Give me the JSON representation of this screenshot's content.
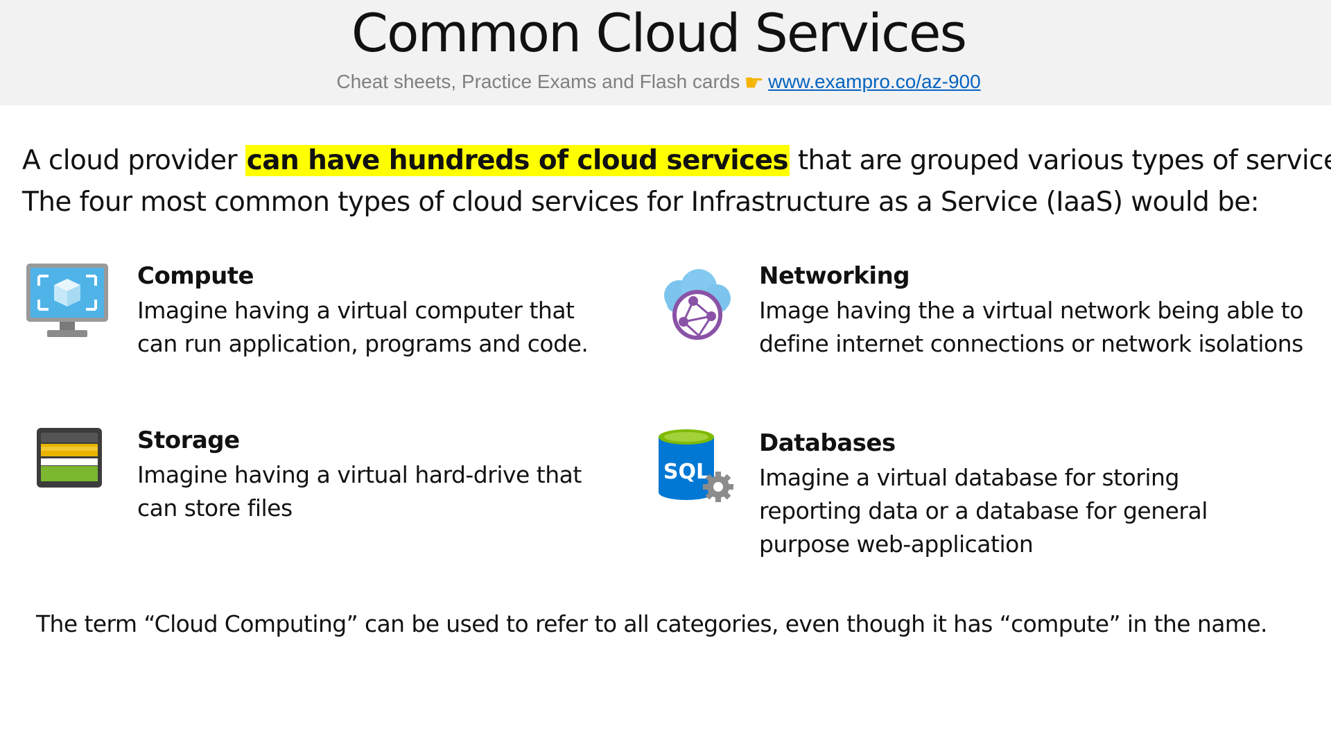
{
  "header": {
    "title": "Common Cloud Services",
    "subtitle_text": "Cheat sheets, Practice Exams and Flash cards",
    "subtitle_icon": "pointing-hand-icon",
    "link_text": "www.exampro.co/az-900"
  },
  "intro": {
    "part1": "A cloud provider ",
    "highlight": "can have hundreds of cloud services",
    "part2": " that are grouped various types of services.",
    "line2": "The four most common types of cloud services for Infrastructure as a Service (IaaS) would be:"
  },
  "services": [
    {
      "icon": "virtual-machine-icon",
      "title": "Compute",
      "desc_line1": "Imagine having a virtual computer that",
      "desc_line2": "can run application, programs and code."
    },
    {
      "icon": "network-cloud-icon",
      "title": "Networking",
      "desc_line1": "Image having the a virtual network being able to",
      "desc_line2": "define internet connections or network isolations"
    },
    {
      "icon": "storage-icon",
      "title": "Storage",
      "desc_line1": "Imagine having a virtual hard-drive that",
      "desc_line2": "can store files"
    },
    {
      "icon": "sql-database-icon",
      "title": "Databases",
      "desc_line1": "Imagine a virtual database for storing",
      "desc_line2": "reporting data or a database for general",
      "desc_line3": "purpose web-application",
      "icon_text": "SQL"
    }
  ],
  "footer": {
    "note": "The term “Cloud Computing” can be used to refer to all categories, even though it has “compute” in the name."
  },
  "colors": {
    "highlight": "#ffff00",
    "link": "#0563c1",
    "header_bg": "#f2f2f2"
  }
}
